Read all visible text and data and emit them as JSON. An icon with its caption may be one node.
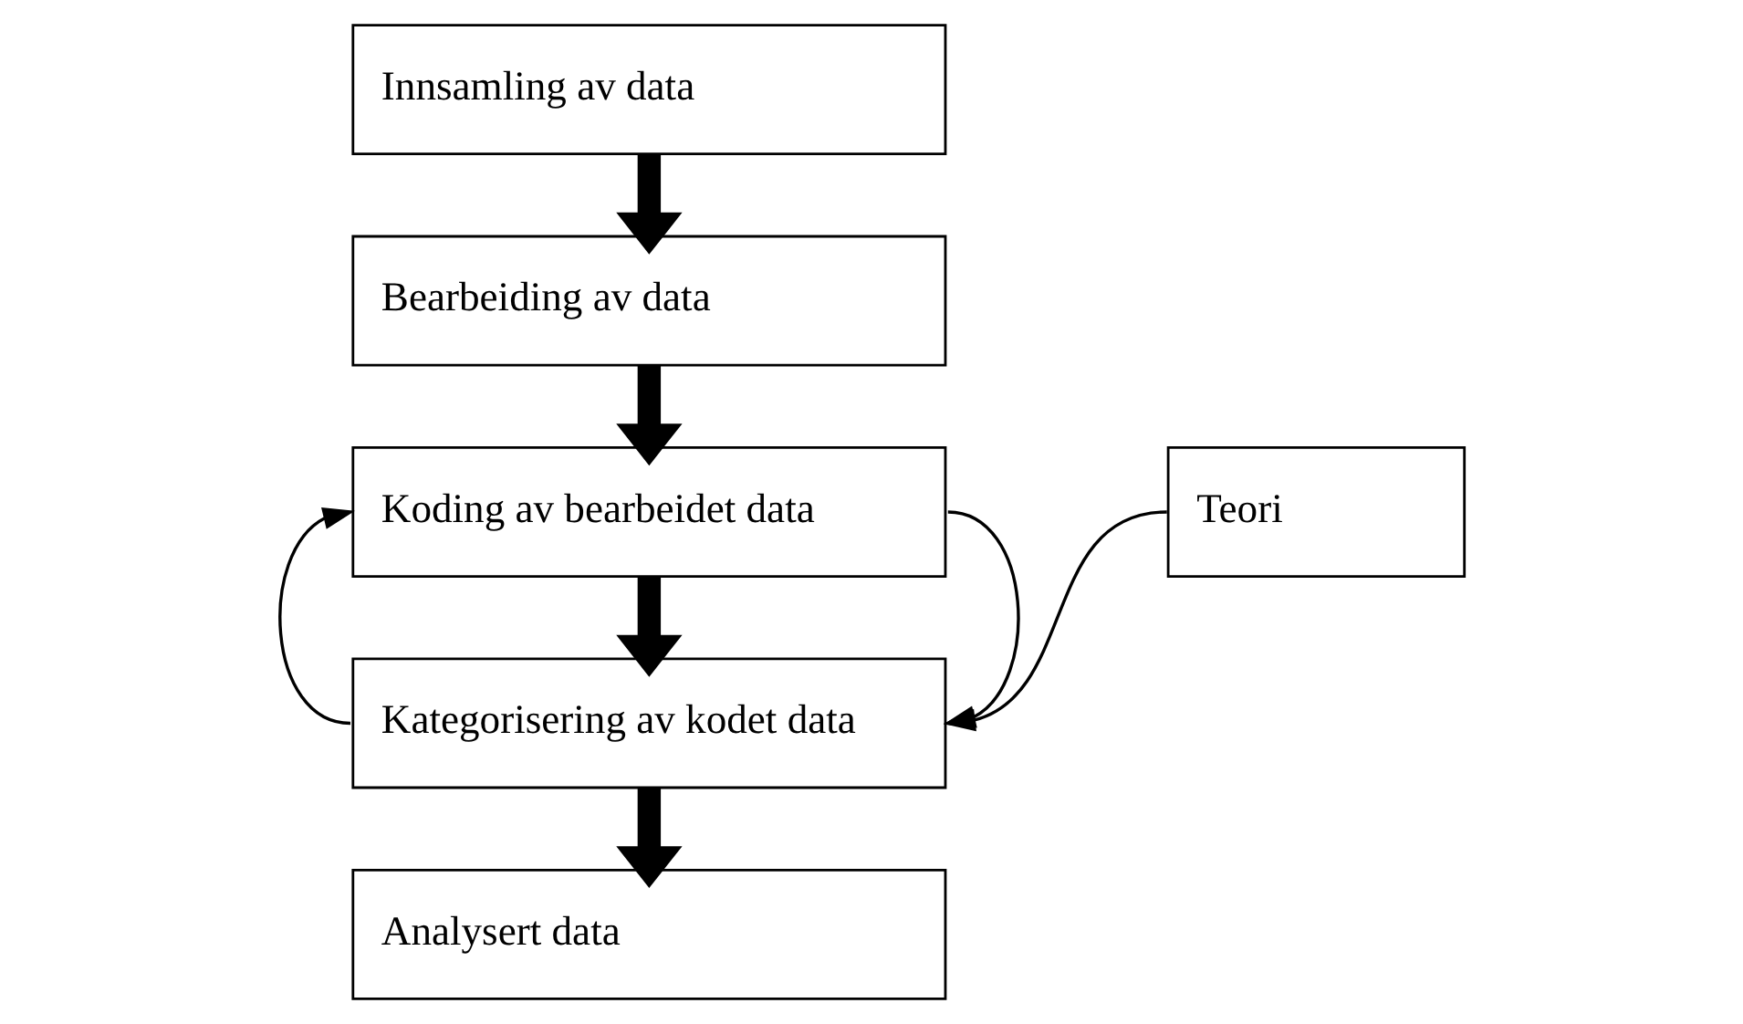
{
  "diagram": {
    "nodes": [
      {
        "text": [
          "Innsamling av data"
        ]
      },
      {
        "text": [
          "Bearbeiding av data"
        ]
      },
      {
        "text": [
          "Koding av bearbeidet data"
        ]
      },
      {
        "text": [
          "Kategorisering av kodet data"
        ]
      },
      {
        "text": [
          "Analysert data"
        ]
      },
      {
        "text": [
          "Teori"
        ]
      }
    ],
    "edges": [
      {
        "from": 0,
        "to": 1,
        "arrow": "to"
      },
      {
        "from": 1,
        "to": 2,
        "arrow": "to"
      },
      {
        "from": 2,
        "to": 3,
        "arrow": "to"
      },
      {
        "from": 3,
        "to": 4,
        "arrow": "to"
      },
      {
        "from": 3,
        "to": 2,
        "arrow": "to"
      },
      {
        "from": 2,
        "to": 3,
        "arrow": "to"
      },
      {
        "from": 5,
        "to": 3,
        "arrow": "to"
      }
    ]
  }
}
